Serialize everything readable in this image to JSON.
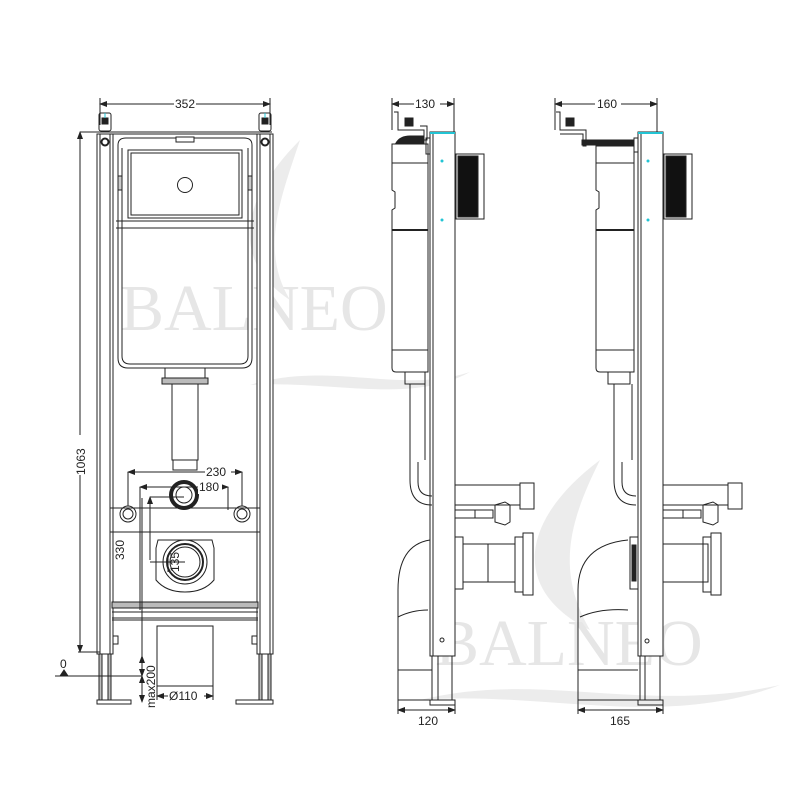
{
  "watermark": {
    "brand": "BALNEO",
    "color": "#e4e4e4"
  },
  "views": {
    "front": {
      "label": "front-view",
      "dimensions": {
        "overall_width": "352",
        "overall_height": "1063",
        "stud_spacing_outer": "230",
        "stud_spacing_inner": "180",
        "outlet_height": "330",
        "outlet_diameter_label": "135",
        "floor_level": "0",
        "leg_extension": "max200",
        "drain_diameter": "Ø110"
      }
    },
    "side_min": {
      "label": "side-view-minimum-depth",
      "dimensions": {
        "top_depth": "130",
        "base_depth": "120"
      }
    },
    "side_max": {
      "label": "side-view-maximum-depth",
      "dimensions": {
        "top_depth": "160",
        "base_depth": "165"
      }
    }
  },
  "colors": {
    "line": "#222222",
    "rail_fill": "#bdbdbd",
    "accent_marker": "#22c4d4",
    "grille": "#111111"
  }
}
